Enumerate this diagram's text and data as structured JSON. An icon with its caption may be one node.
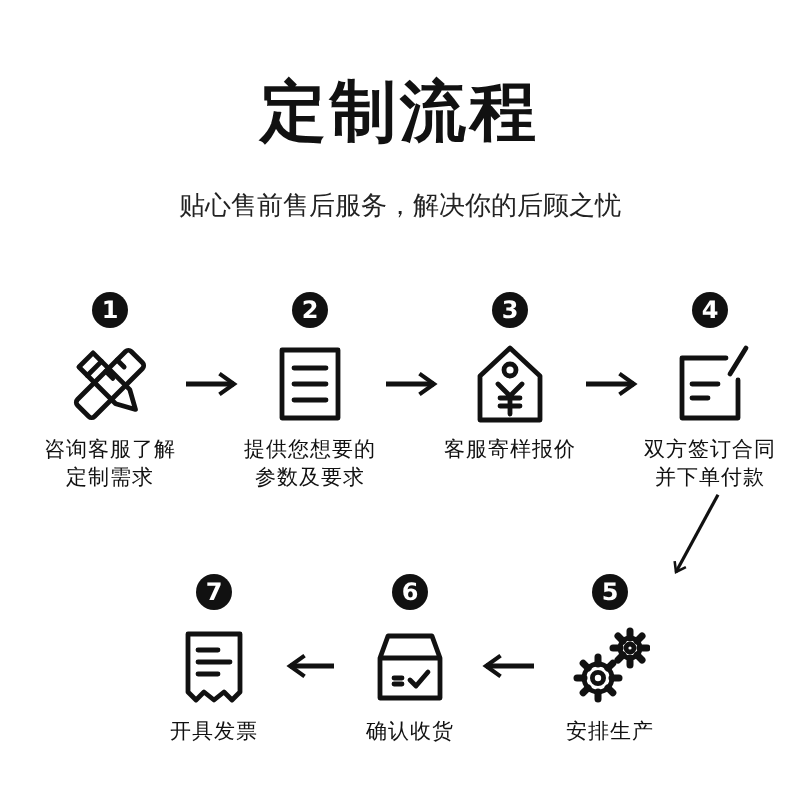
{
  "diagram": {
    "title": "定制流程",
    "caption": "贴心售前售后服务，解决你的后顾之忧",
    "nodes": [
      {
        "text": [
          "1",
          "咨询客服了解定制需求"
        ]
      },
      {
        "text": [
          "2",
          "提供您想要的参数及要求"
        ]
      },
      {
        "text": [
          "3",
          "客服寄样报价"
        ]
      },
      {
        "text": [
          "4",
          "双方签订合同并下单付款"
        ]
      },
      {
        "text": [
          "5",
          "安排生产"
        ]
      },
      {
        "text": [
          "6",
          "确认收货"
        ]
      },
      {
        "text": [
          "7",
          "开具发票"
        ]
      }
    ],
    "edges": [
      {
        "from": 0,
        "to": 1,
        "arrow": "to"
      },
      {
        "from": 1,
        "to": 2,
        "arrow": "to"
      },
      {
        "from": 2,
        "to": 3,
        "arrow": "to"
      },
      {
        "from": 3,
        "to": 4,
        "arrow": "to"
      },
      {
        "from": 4,
        "to": 5,
        "arrow": "to"
      },
      {
        "from": 5,
        "to": 6,
        "arrow": "to"
      }
    ]
  }
}
